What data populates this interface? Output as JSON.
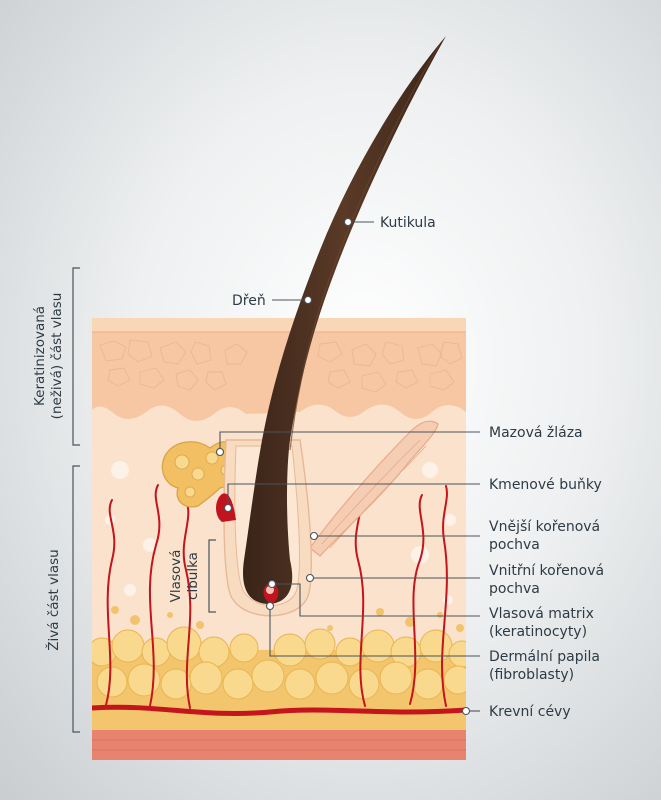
{
  "labels": {
    "kutikula": "Kutikula",
    "dren": "Dřeň",
    "mazova_zlaza": "Mazová žláza",
    "kmenove_bunky": "Kmenové buňky",
    "vnejsi_1": "Vnější kořenová",
    "vnejsi_2": "pochva",
    "vnitrni_1": "Vnitřní kořenová",
    "vnitrni_2": "pochva",
    "matrix_1": "Vlasová matrix",
    "matrix_2": "(keratinocyty)",
    "papila_1": "Dermální papila",
    "papila_2": "(fibroblasty)",
    "krevni_cevy": "Krevní cévy"
  },
  "side_labels": {
    "keratin_1": "Keratinizovaná",
    "keratin_2": "(neživá) část vlasu",
    "ziva": "Živá část vlasu",
    "cibulka_1": "Vlasová",
    "cibulka_2": "cibulka"
  },
  "colors": {
    "hair": "#4a2e1f",
    "epidermis": "#f6c7a2",
    "dermis": "#fbe2cc",
    "fat": "#f4c15e",
    "vessel": "#c4141c",
    "bottom_layer": "#e7836f",
    "text": "#2e3b45"
  }
}
